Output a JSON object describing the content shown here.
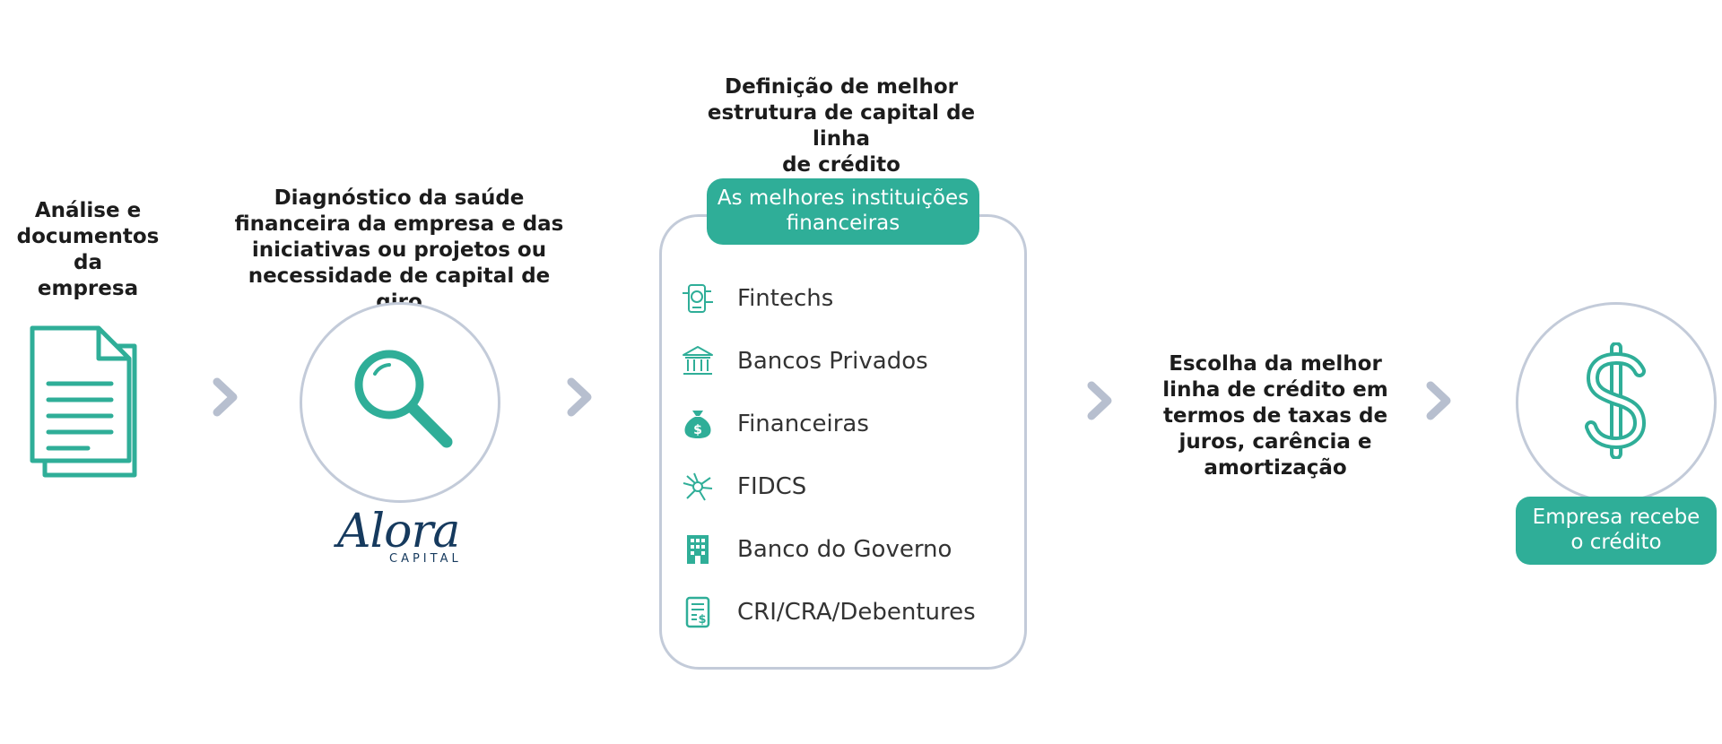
{
  "steps": {
    "analysis_label": "Análise e\ndocumentos da\nempresa",
    "diagnostic_label": "Diagnóstico da saúde\nfinanceira da empresa e das\niniciativas ou projetos ou\nnecessidade de capital de giro",
    "definition_label": "Definição de melhor\nestrutura de capital de linha\nde crédito",
    "choice_label": "Escolha da melhor\nlinha de crédito em\ntermos de taxas de\njuros, carência e\namortização"
  },
  "institutions": {
    "title": "As melhores instituições\nfinanceiras",
    "items": [
      {
        "label": "Fintechs",
        "icon": "fintech-icon"
      },
      {
        "label": "Bancos Privados",
        "icon": "bank-icon"
      },
      {
        "label": "Financeiras",
        "icon": "money-bag-icon"
      },
      {
        "label": "FIDCS",
        "icon": "network-icon"
      },
      {
        "label": "Banco do Governo",
        "icon": "building-icon"
      },
      {
        "label": "CRI/CRA/Debentures",
        "icon": "receipt-icon"
      }
    ]
  },
  "result": {
    "label": "Empresa recebe\no crédito"
  },
  "logo": {
    "name": "Alora",
    "sub": "CAPITAL"
  },
  "colors": {
    "accent": "#2fae98",
    "outline": "#c3cbd9",
    "chevron": "#b7bfcf",
    "logo": "#163a5e"
  }
}
